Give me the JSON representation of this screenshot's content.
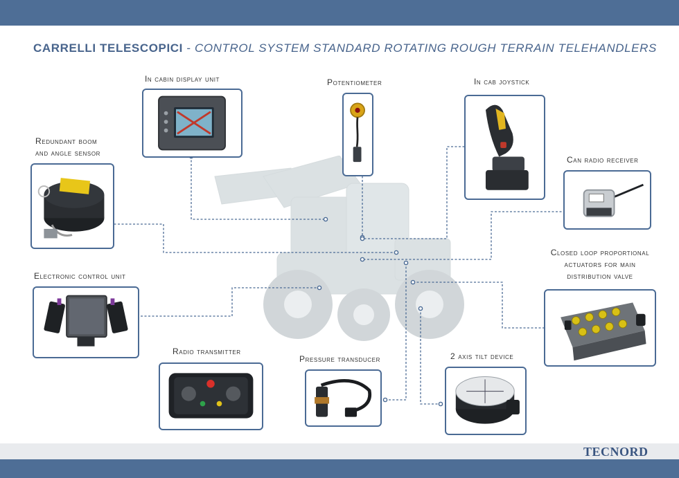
{
  "title": {
    "part1": "CARRELLI TELESCOPICI",
    "separator": "-",
    "part2": "CONTROL SYSTEM STANDARD ROTATING ROUGH TERRAIN TELEHANDLERS"
  },
  "brand": "TECNORD",
  "components": {
    "cabin_display": "In cabin display unit",
    "potentiometer": "Potentiometer",
    "joystick": "In cab joystick",
    "boom_sensor_line1": "Redundant boom",
    "boom_sensor_line2": "and angle sensor",
    "can_receiver": "Can radio receiver",
    "actuators_line1": "Closed loop proportional",
    "actuators_line2": "actuators for main",
    "actuators_line3": "distribution valve",
    "ecu": "Electronic control unit",
    "radio_transmitter": "Radio transmitter",
    "pressure_transducer": "Pressure transducer",
    "tilt_device": "2 axis tilt device"
  },
  "colors": {
    "band": "#4e6e96",
    "title": "#48648c",
    "box_border": "#4a6a94",
    "wire": "#4a6a94",
    "telehandler_ghost": "#8aa0a8"
  }
}
